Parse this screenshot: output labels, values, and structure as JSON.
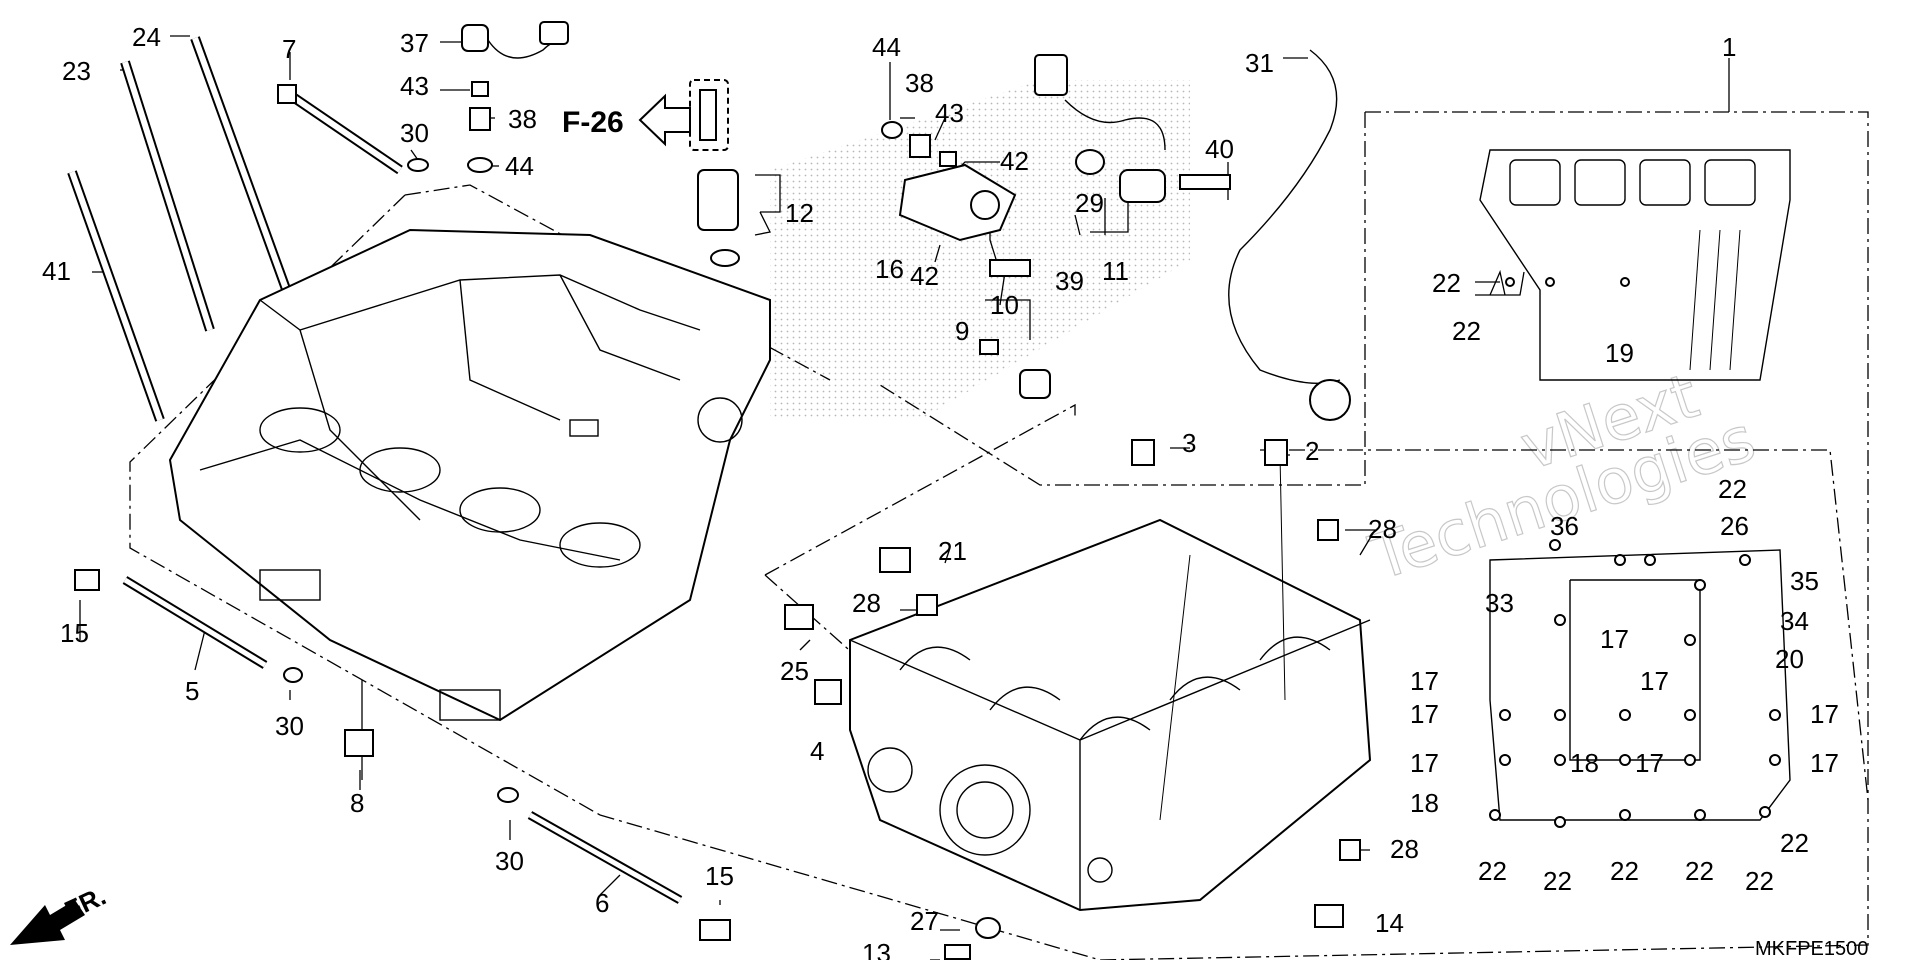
{
  "diagram": {
    "reference_code": "MKFPE1500",
    "section_ref": "F-26",
    "direction_label": "FR.",
    "watermarks": [
      "vNext",
      "Technologies",
      "vNext Technologies"
    ],
    "callouts": {
      "c1": "1",
      "c2": "2",
      "c3": "3",
      "c4": "4",
      "c5": "5",
      "c6": "6",
      "c7": "7",
      "c8": "8",
      "c9": "9",
      "c10": "10",
      "c11": "11",
      "c12": "12",
      "c13": "13",
      "c14": "14",
      "c15": "15",
      "c16": "16",
      "c17": "17",
      "c18": "18",
      "c19": "19",
      "c20": "20",
      "c21": "21",
      "c22": "22",
      "c23": "23",
      "c24": "24",
      "c25": "25",
      "c26": "26",
      "c27": "27",
      "c28": "28",
      "c29": "29",
      "c30": "30",
      "c31": "31",
      "c33": "33",
      "c34": "34",
      "c35": "35",
      "c36": "36",
      "c37": "37",
      "c38": "38",
      "c39": "39",
      "c40": "40",
      "c41": "41",
      "c42": "42",
      "c43": "43",
      "c44": "44"
    }
  }
}
